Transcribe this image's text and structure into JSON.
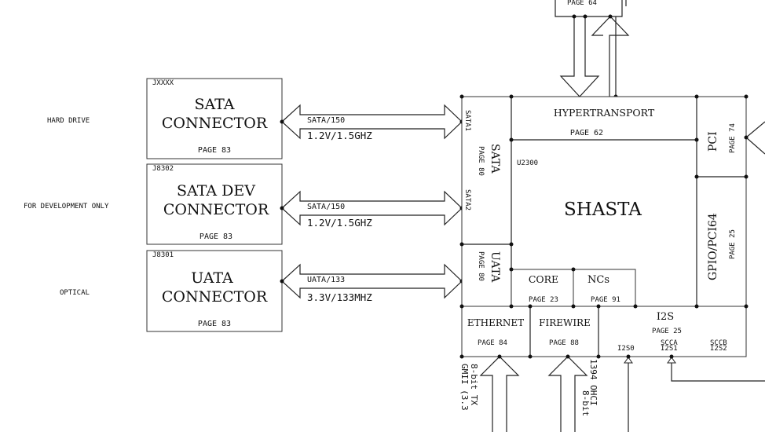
{
  "top_block": {
    "page": "PAGE 64"
  },
  "drives": [
    {
      "side_label": "HARD DRIVE",
      "ref": "JXXXX",
      "title1": "SATA",
      "title2": "CONNECTOR",
      "page": "PAGE 83",
      "bus": "SATA/150",
      "spec": "1.2V/1.5GHZ"
    },
    {
      "side_label": "FOR DEVELOPMENT ONLY",
      "ref": "J8302",
      "title1": "SATA DEV",
      "title2": "CONNECTOR",
      "page": "PAGE 83",
      "bus": "SATA/150",
      "spec": "1.2V/1.5GHZ"
    },
    {
      "side_label": "OPTICAL",
      "ref": "J8301",
      "title1": "UATA",
      "title2": "CONNECTOR",
      "page": "PAGE 83",
      "bus": "UATA/133",
      "spec": "3.3V/133MHZ"
    }
  ],
  "chip": {
    "name": "SHASTA",
    "ref": "U2300",
    "sata": {
      "label": "SATA",
      "page": "PAGE 80",
      "port1": "SATA1",
      "port2": "SATA2"
    },
    "uata": {
      "label": "UATA",
      "page": "PAGE 80"
    },
    "hypertransport": {
      "label": "HYPERTRANSPORT",
      "page": "PAGE 62"
    },
    "pci": {
      "label": "PCI",
      "page": "PAGE 74"
    },
    "gpio": {
      "label": "GPIO/PCI64",
      "page": "PAGE 25"
    },
    "core": {
      "label": "CORE",
      "page": "PAGE 23"
    },
    "ncs": {
      "label": "NCs",
      "page": "PAGE 91"
    },
    "ethernet": {
      "label": "ETHERNET",
      "page": "PAGE 84"
    },
    "firewire": {
      "label": "FIREWIRE",
      "page": "PAGE 88"
    },
    "i2s": {
      "label": "I2S",
      "page": "PAGE 25",
      "p0": "I2S0",
      "scca": "SCCA",
      "p1": "I2S1",
      "sccb": "SCCB",
      "p2": "I2S2"
    }
  },
  "bottom_labels": {
    "gmii_1": "GMII (3.3",
    "gmii_2": "8-bit TX",
    "fw_1": "1394 OHCI",
    "fw_2": "8-bit"
  }
}
